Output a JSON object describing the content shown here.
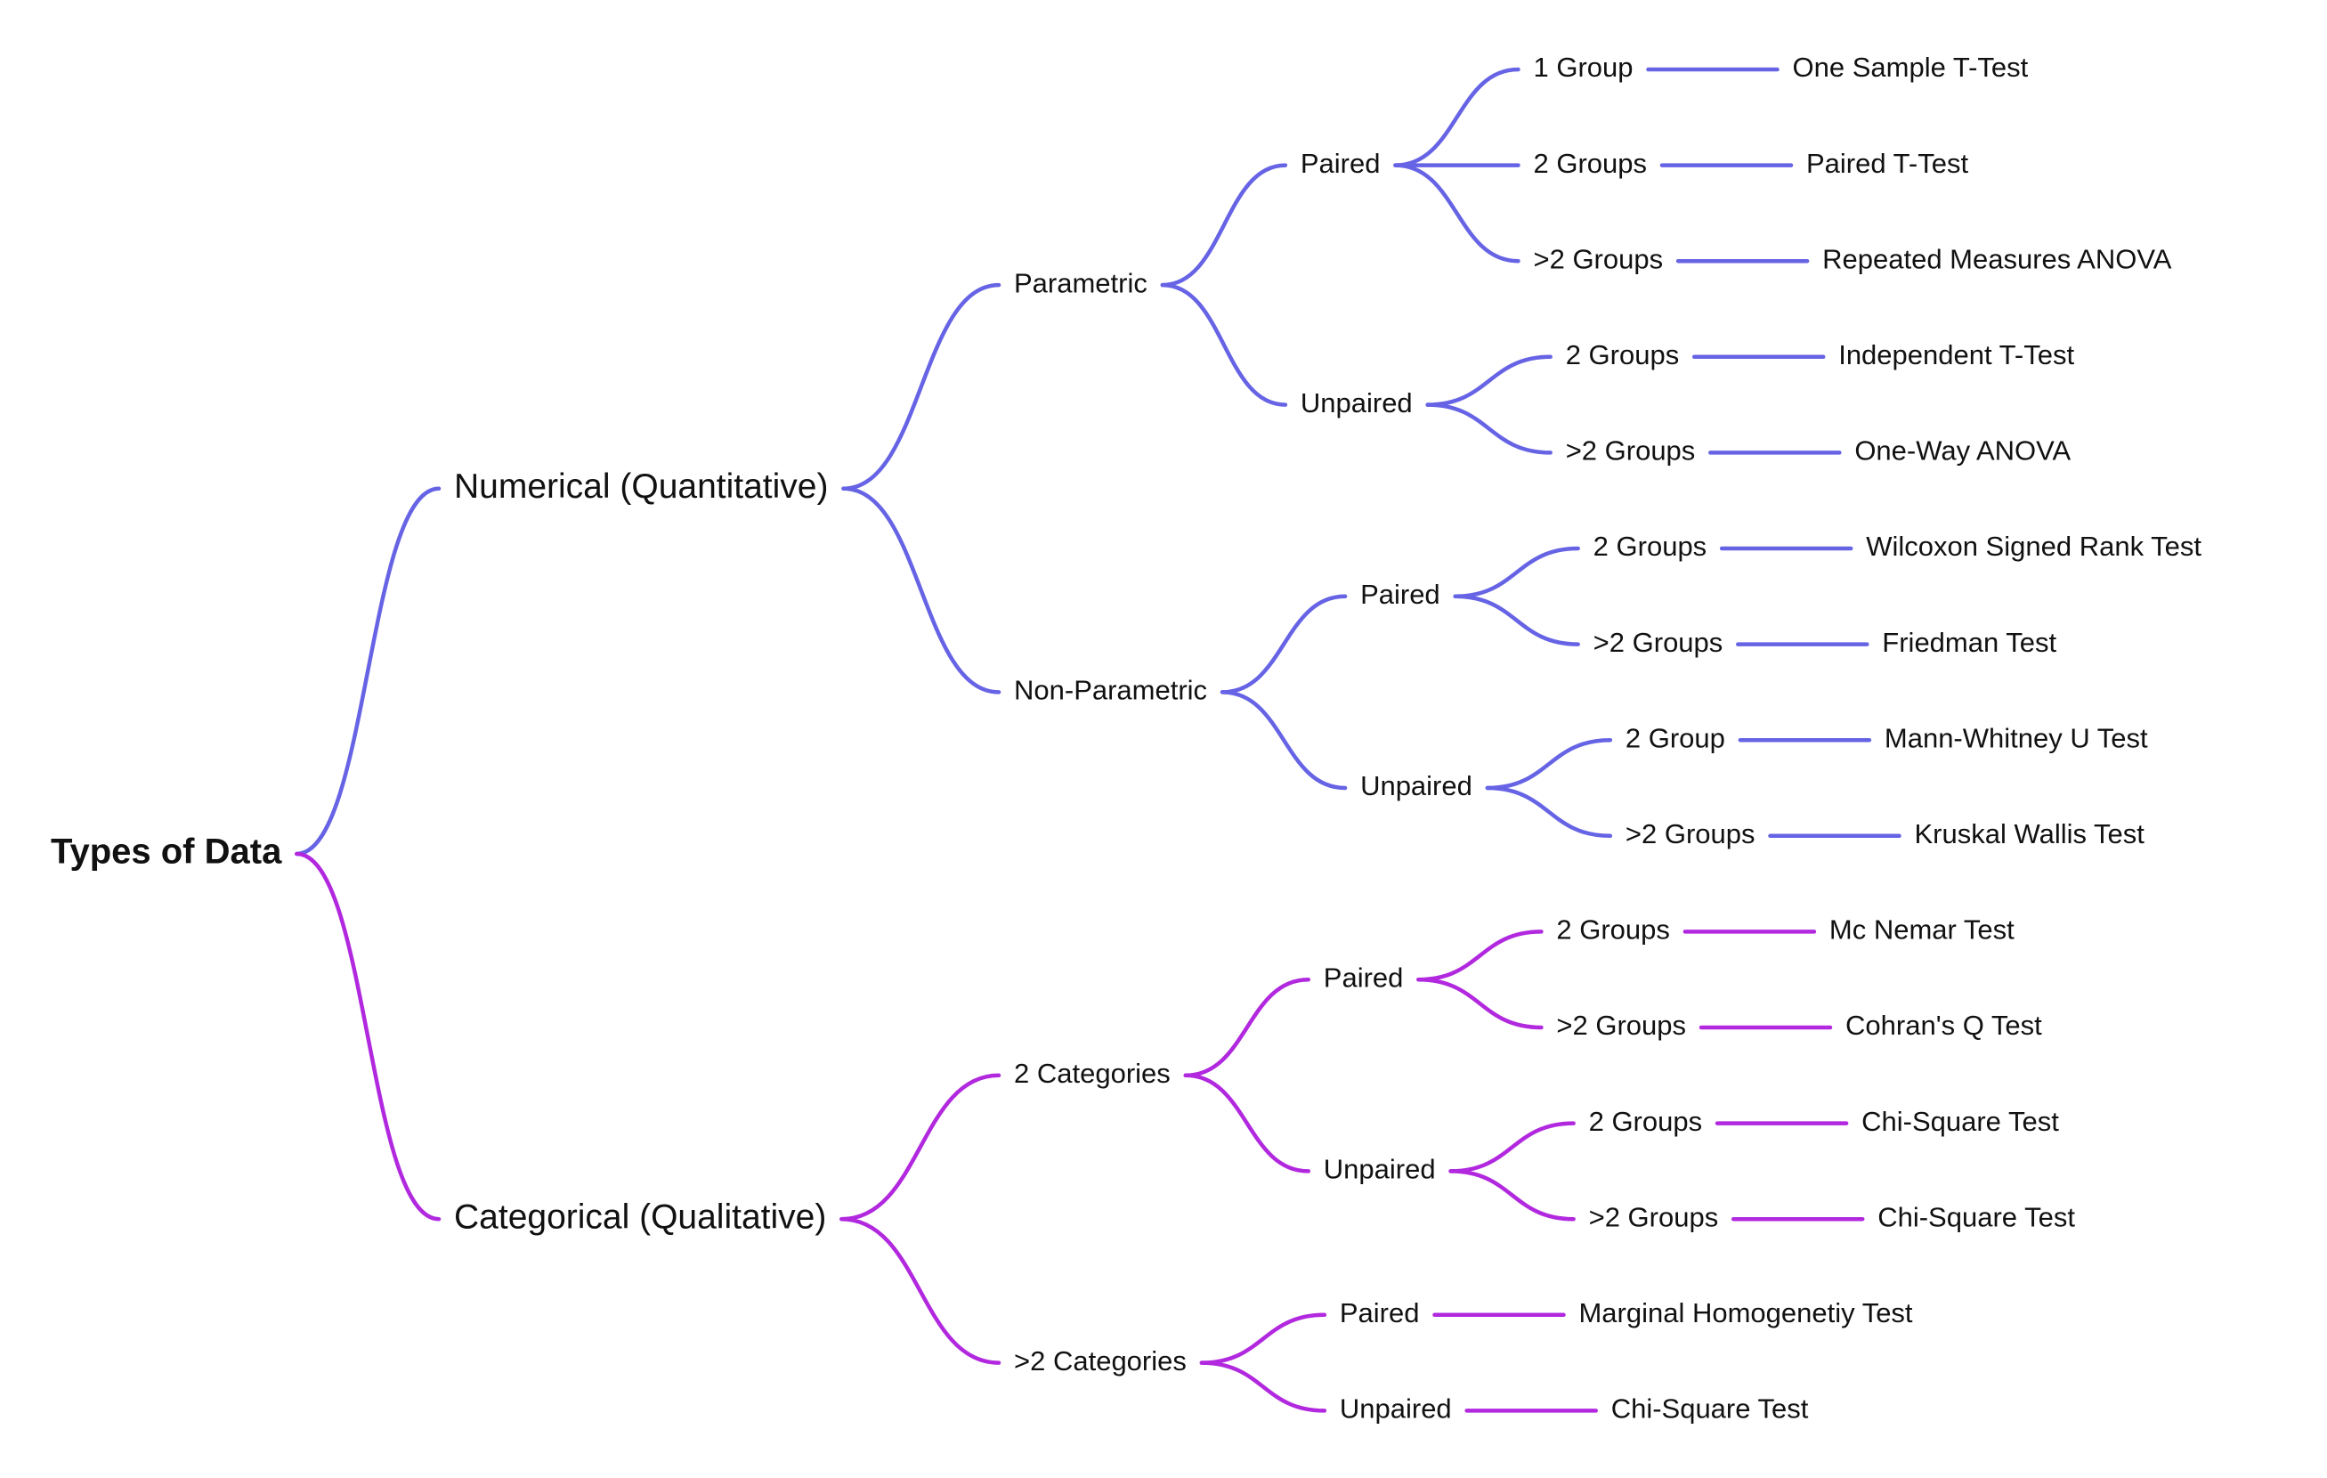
{
  "colors": {
    "numerical": "#6663e5",
    "categorical": "#b128df"
  },
  "root": {
    "label": "Types of Data",
    "children": [
      {
        "label": "Numerical (Quantitative)",
        "color": "#6663e5",
        "children": [
          {
            "label": "Parametric",
            "children": [
              {
                "label": "Paired",
                "children": [
                  {
                    "label": "1 Group",
                    "children": [
                      {
                        "label": "One Sample T-Test"
                      }
                    ]
                  },
                  {
                    "label": "2 Groups",
                    "children": [
                      {
                        "label": "Paired T-Test"
                      }
                    ]
                  },
                  {
                    "label": ">2 Groups",
                    "children": [
                      {
                        "label": "Repeated Measures ANOVA"
                      }
                    ]
                  }
                ]
              },
              {
                "label": "Unpaired",
                "children": [
                  {
                    "label": "2 Groups",
                    "children": [
                      {
                        "label": "Independent T-Test"
                      }
                    ]
                  },
                  {
                    "label": ">2 Groups",
                    "children": [
                      {
                        "label": "One-Way ANOVA"
                      }
                    ]
                  }
                ]
              }
            ]
          },
          {
            "label": "Non-Parametric",
            "children": [
              {
                "label": "Paired",
                "children": [
                  {
                    "label": "2 Groups",
                    "children": [
                      {
                        "label": "Wilcoxon Signed Rank Test"
                      }
                    ]
                  },
                  {
                    "label": ">2 Groups",
                    "children": [
                      {
                        "label": "Friedman Test"
                      }
                    ]
                  }
                ]
              },
              {
                "label": "Unpaired",
                "children": [
                  {
                    "label": "2 Group",
                    "children": [
                      {
                        "label": "Mann-Whitney U Test"
                      }
                    ]
                  },
                  {
                    "label": ">2 Groups",
                    "children": [
                      {
                        "label": "Kruskal Wallis Test"
                      }
                    ]
                  }
                ]
              }
            ]
          }
        ]
      },
      {
        "label": "Categorical (Qualitative)",
        "color": "#b128df",
        "children": [
          {
            "label": "2 Categories",
            "children": [
              {
                "label": "Paired",
                "children": [
                  {
                    "label": "2 Groups",
                    "children": [
                      {
                        "label": "Mc Nemar Test"
                      }
                    ]
                  },
                  {
                    "label": ">2 Groups",
                    "children": [
                      {
                        "label": "Cohran's Q Test"
                      }
                    ]
                  }
                ]
              },
              {
                "label": "Unpaired",
                "children": [
                  {
                    "label": "2 Groups",
                    "children": [
                      {
                        "label": "Chi-Square Test"
                      }
                    ]
                  },
                  {
                    "label": ">2 Groups",
                    "children": [
                      {
                        "label": "Chi-Square Test"
                      }
                    ]
                  }
                ]
              }
            ]
          },
          {
            "label": ">2 Categories",
            "children": [
              {
                "label": "Paired",
                "children": [
                  {
                    "label": "Marginal Homogenetiy Test"
                  }
                ]
              },
              {
                "label": "Unpaired",
                "children": [
                  {
                    "label": "Chi-Square Test"
                  }
                ]
              }
            ]
          }
        ]
      }
    ]
  }
}
